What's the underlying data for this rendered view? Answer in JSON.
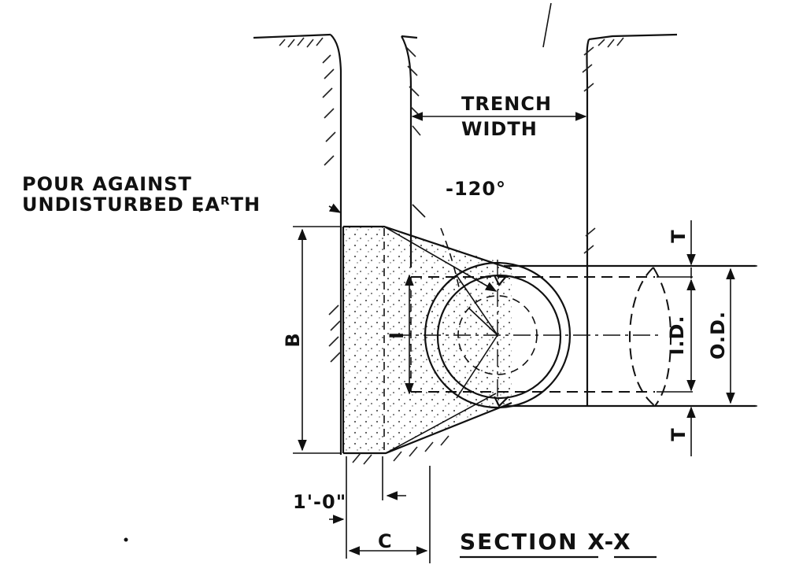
{
  "title": "SECTION X-X",
  "labels": {
    "trench_line1": "TRENCH",
    "trench_line2": "WIDTH",
    "pour_line1": "POUR AGAINST",
    "pour_line2": "UNDISTURBED EAᴿTH",
    "angle": "-120°",
    "dim_b": "B",
    "dim_c": "C",
    "dim_one_foot": "1'-0\"",
    "dim_t_top": "T",
    "dim_t_bottom": "T",
    "dim_id": "I.D.",
    "dim_od": "O.D.",
    "dim_i": "I"
  },
  "colors": {
    "ink": "#111111",
    "paper": "#ffffff"
  }
}
